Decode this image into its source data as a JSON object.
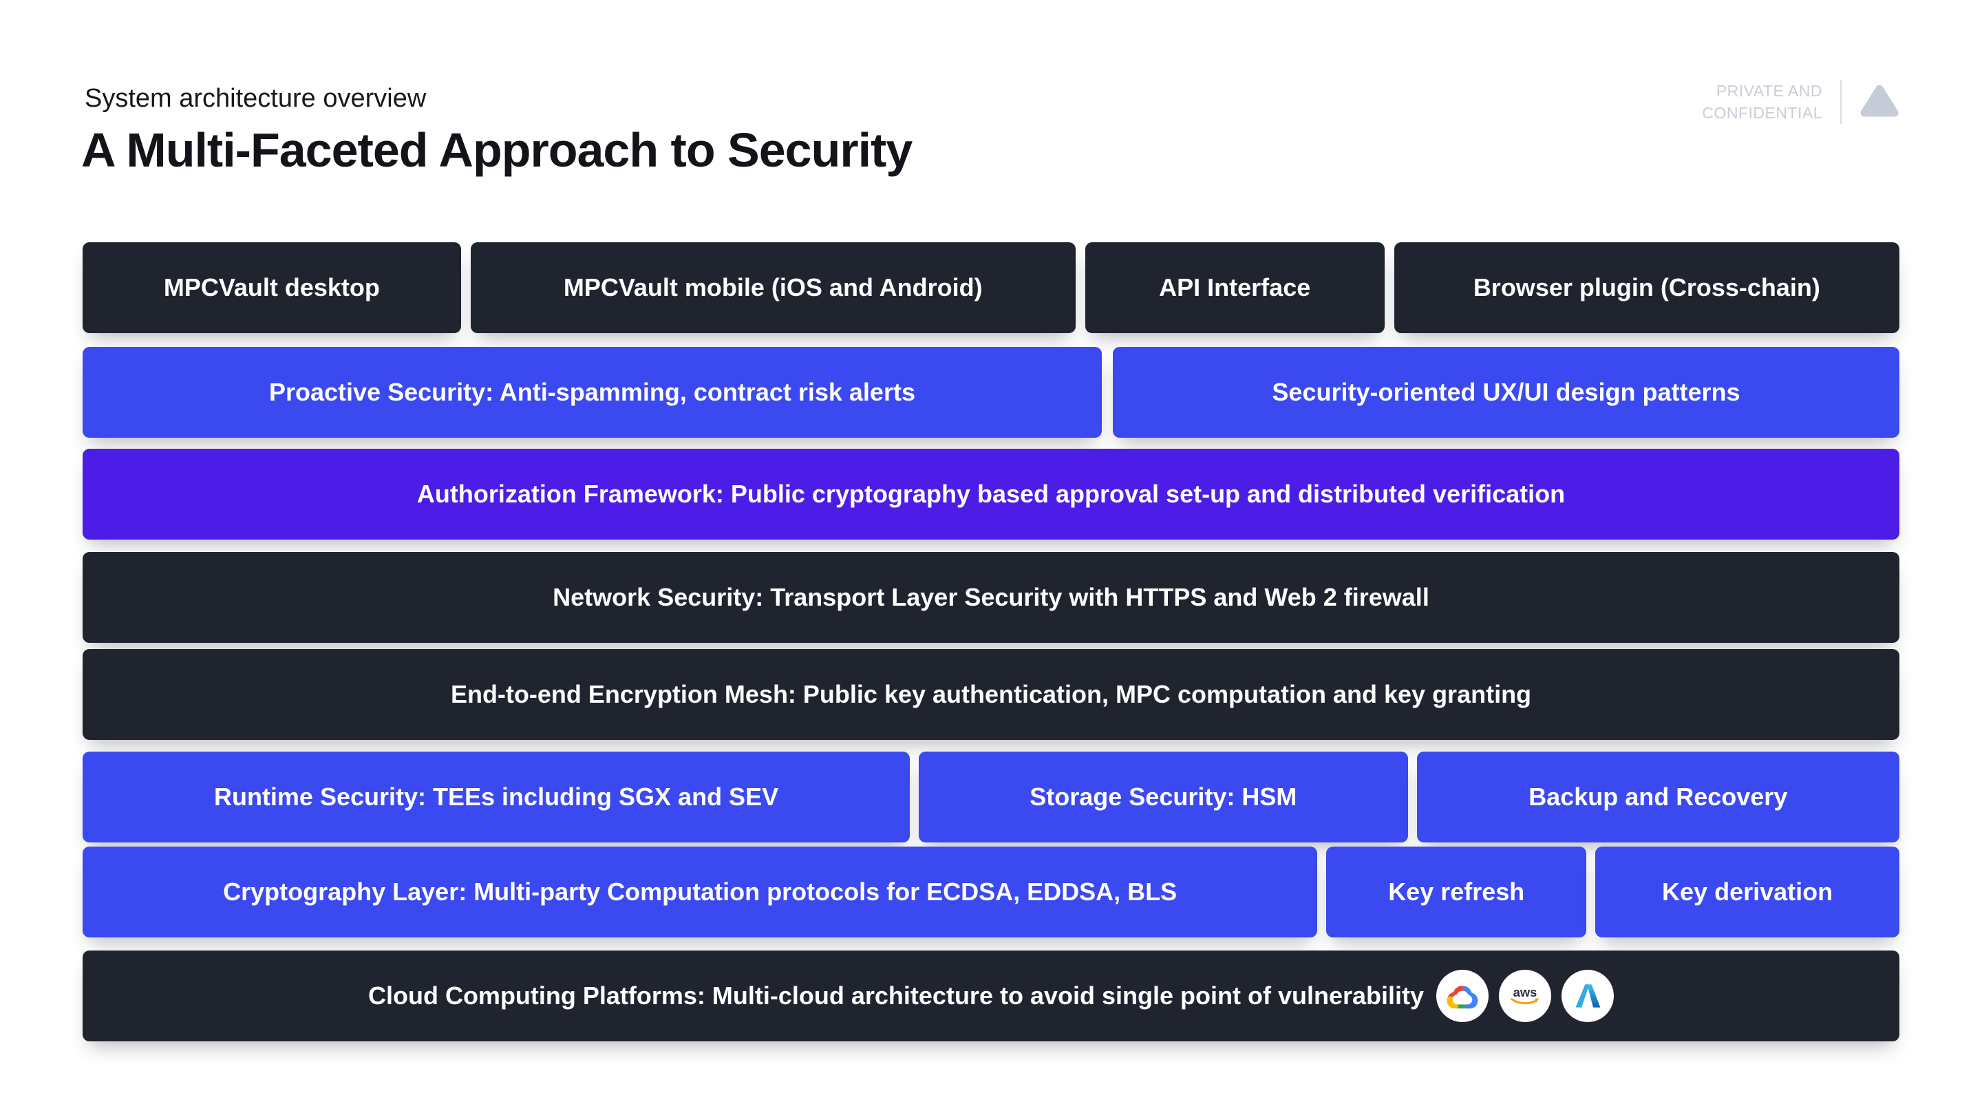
{
  "header": {
    "eyebrow": "System architecture overview",
    "title": "A Multi-Faceted Approach to Security",
    "confidential": {
      "line1": "PRIVATE AND",
      "line2": "CONFIDENTIAL"
    },
    "logo": "rounded-triangle-logo"
  },
  "colors": {
    "dark_box": "#20242f",
    "blue_box": "#3a49f0",
    "purple_box": "#4c1de6",
    "box_text": "#ffffff",
    "confidential_text": "#c8cdd7",
    "logo_gray": "#c6cbd8",
    "page_background": "#ffffff"
  },
  "rows": [
    {
      "variant": "dark",
      "cells": [
        {
          "label": "MPCVault desktop"
        },
        {
          "label": "MPCVault mobile (iOS and Android)"
        },
        {
          "label": "API Interface"
        },
        {
          "label": "Browser plugin (Cross-chain)"
        }
      ]
    },
    {
      "variant": "blue",
      "cells": [
        {
          "label": "Proactive Security: Anti-spamming, contract risk alerts"
        },
        {
          "label": "Security-oriented UX/UI design patterns"
        }
      ]
    },
    {
      "variant": "purple",
      "cells": [
        {
          "label": "Authorization Framework: Public cryptography based approval set-up and distributed verification"
        }
      ]
    },
    {
      "variant": "dark",
      "cells": [
        {
          "label": "Network Security: Transport Layer Security with HTTPS and Web 2 firewall"
        }
      ]
    },
    {
      "variant": "dark",
      "cells": [
        {
          "label": "End-to-end Encryption Mesh: Public key authentication, MPC computation and key granting"
        }
      ]
    },
    {
      "variant": "blue",
      "cells": [
        {
          "label": "Runtime Security: TEEs including SGX and SEV"
        },
        {
          "label": "Storage Security: HSM"
        },
        {
          "label": "Backup and Recovery"
        }
      ]
    },
    {
      "variant": "blue",
      "cells": [
        {
          "label": "Cryptography Layer: Multi-party Computation protocols for ECDSA, EDDSA, BLS"
        },
        {
          "label": "Key refresh"
        },
        {
          "label": "Key derivation"
        }
      ]
    },
    {
      "variant": "dark",
      "cells": [
        {
          "label": "Cloud Computing Platforms: Multi-cloud architecture to avoid single point of vulnerability"
        }
      ],
      "icons": [
        "google-cloud-icon",
        "aws-icon",
        "azure-icon"
      ]
    }
  ]
}
